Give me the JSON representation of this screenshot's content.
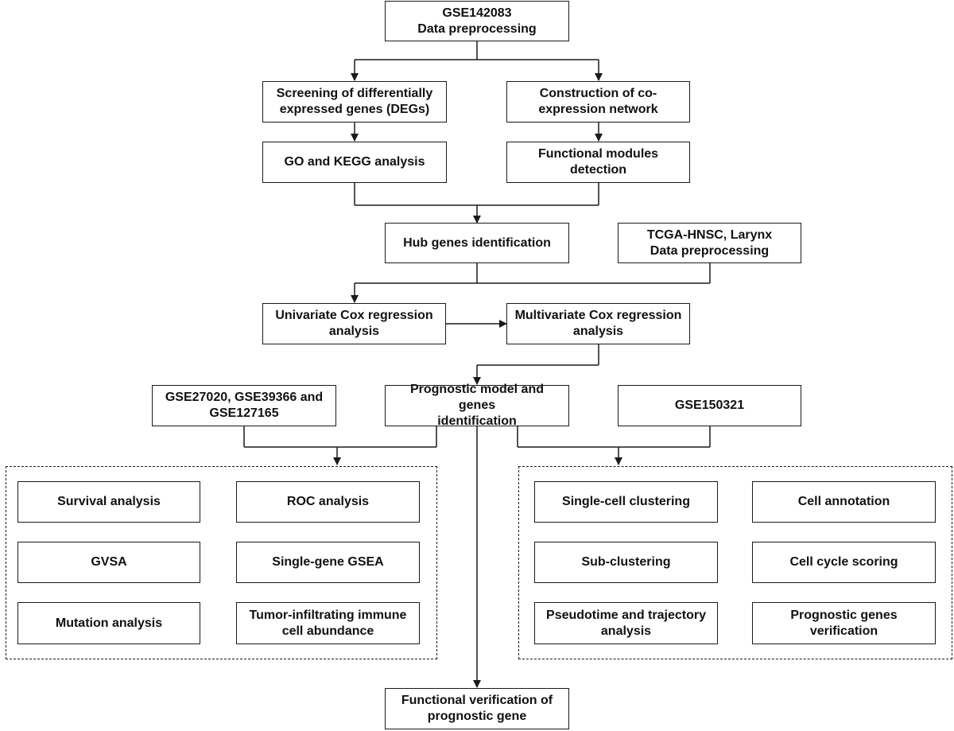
{
  "diagram": {
    "source": "GSE142083\nData preprocessing",
    "degs": "Screening of differentially\nexpressed genes (DEGs)",
    "coexp": "Construction of co-\nexpression network",
    "go_kegg": "GO and KEGG analysis",
    "modules": "Functional modules\ndetection",
    "hub": "Hub genes identification",
    "tcga": "TCGA-HNSC, Larynx\nData preprocessing",
    "univariate": "Univariate Cox regression\nanalysis",
    "multivariate": "Multivariate Cox regression\nanalysis",
    "validation_sets": "GSE27020, GSE39366 and\nGSE127165",
    "prognostic_model": "Prognostic model and genes\nidentification",
    "single_cell_set": "GSE150321",
    "left_group": {
      "survival": "Survival analysis",
      "roc": "ROC analysis",
      "gvsa": "GVSA",
      "gsea": "Single-gene GSEA",
      "mutation": "Mutation analysis",
      "immune": "Tumor-infiltrating immune\ncell abundance"
    },
    "right_group": {
      "clustering": "Single-cell clustering",
      "annotation": "Cell annotation",
      "subclustering": "Sub-clustering",
      "cell_cycle": "Cell cycle scoring",
      "pseudotime": "Pseudotime and trajectory\nanalysis",
      "verification": "Prognostic genes\nverification"
    },
    "functional_verification": "Functional verification of\nprognostic gene"
  }
}
